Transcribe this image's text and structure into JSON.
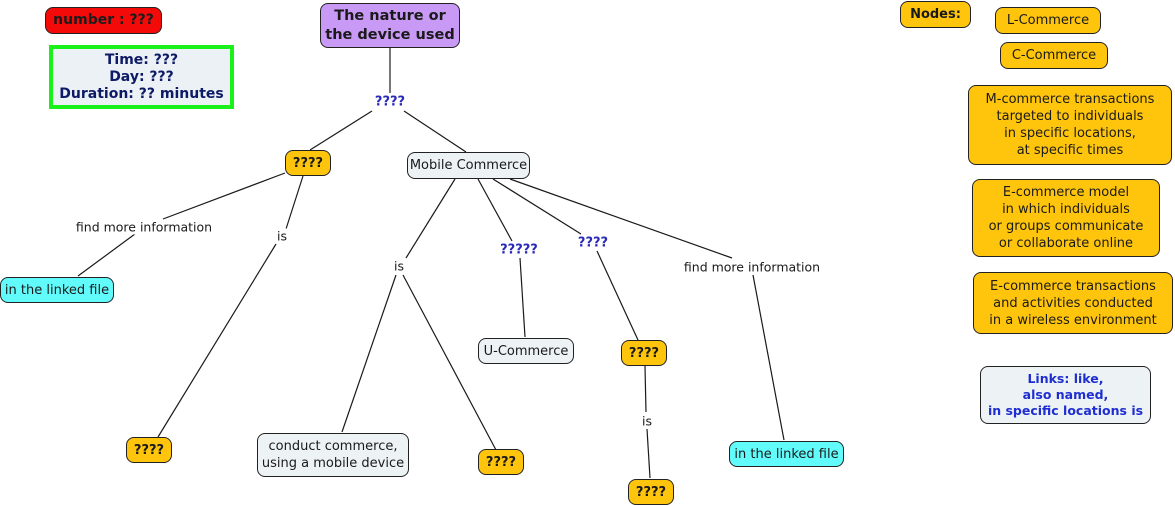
{
  "header": {
    "number_badge": "number : ???",
    "session_info": "Time: ???\nDay: ???\nDuration: ?? minutes"
  },
  "legend": {
    "nodes_title": "Nodes:",
    "node_items": [
      "L-Commerce",
      "C-Commerce",
      "M-commerce transactions\ntargeted to individuals\nin specific locations,\nat specific times",
      "E-commerce model\nin which individuals\nor groups communicate\nor collaborate online",
      "E-commerce transactions\nand activities conducted\nin a wireless environment"
    ],
    "links_text": "Links:     like,\nalso named,\nin specific locations is"
  },
  "colors": {
    "concept_orange": "#ffc50d",
    "concept_grey": "#edf2f5",
    "linked_file_cyan": "#61fbfb",
    "root_purple": "#c899f5",
    "badge_red": "#f50a0a",
    "info_border_green": "#1af01a",
    "unknown_link_blue": "#2a2ab8"
  },
  "map": {
    "root": "The nature or\nthe device used",
    "root_link": "????",
    "unknown_concept_left": "????",
    "mobile_commerce": "Mobile Commerce",
    "left_find_info_link": "find more information",
    "left_linked_file": "in the linked file",
    "left_is_link": "is",
    "left_bottom_unknown": "????",
    "mc_is_link": "is",
    "mc_definition": "conduct commerce,\nusing a mobile device",
    "mc_is_unknown": "????",
    "mc_link_5q": "?????",
    "u_commerce": "U-Commerce",
    "mc_link_4q": "????",
    "mc_mid_unknown": "????",
    "mid_is_link": "is",
    "mid_bottom_unknown": "????",
    "right_find_info_link": "find more information",
    "right_linked_file": "in the linked file"
  }
}
